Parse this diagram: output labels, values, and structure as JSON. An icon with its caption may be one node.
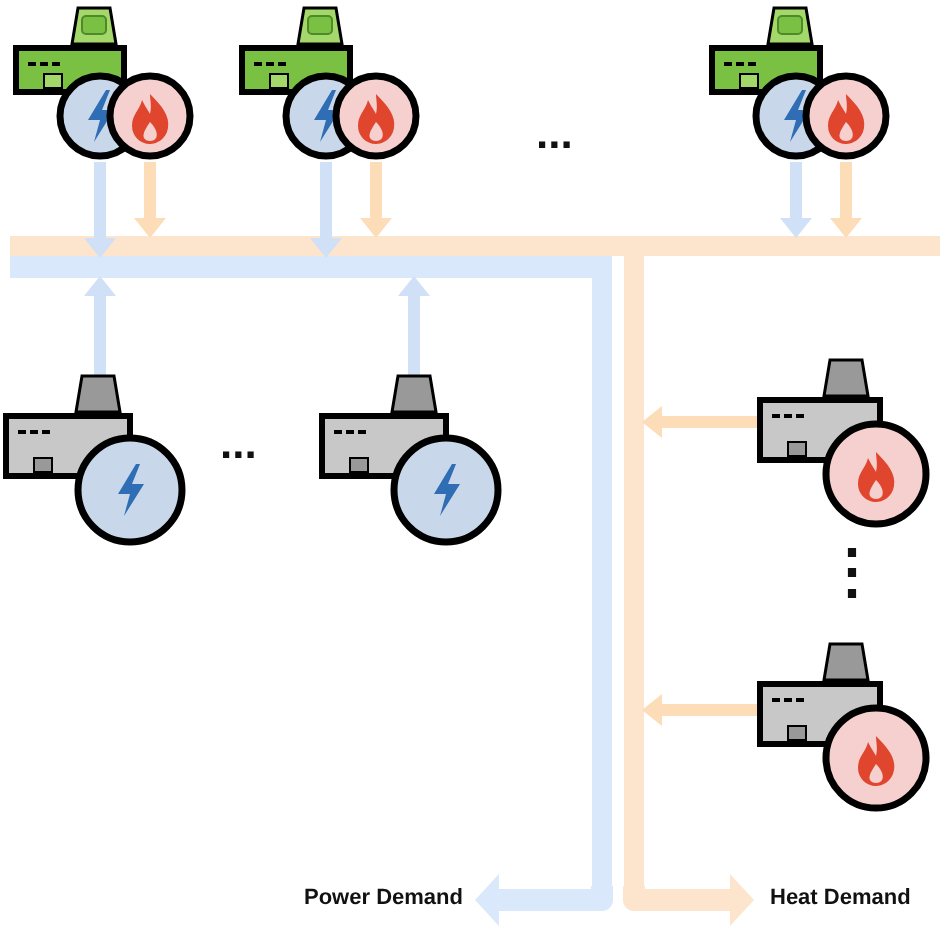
{
  "diagram": {
    "nodes": [
      {
        "text": [],
        "shape": "picture"
      },
      {
        "text": [],
        "shape": "picture"
      },
      {
        "text": [],
        "shape": "picture"
      },
      {
        "text": [],
        "shape": "bar"
      },
      {
        "text": [],
        "shape": "bar"
      },
      {
        "text": [],
        "shape": "picture"
      },
      {
        "text": [],
        "shape": "picture"
      },
      {
        "text": [],
        "shape": "picture"
      },
      {
        "text": [],
        "shape": "picture"
      },
      {
        "text": [
          "Power Demand"
        ]
      },
      {
        "text": [
          "Heat Demand"
        ]
      }
    ],
    "edges": [
      {
        "from": 0,
        "to": 4,
        "arrow": "to",
        "color": "#cfe0f7"
      },
      {
        "from": 0,
        "to": 3,
        "arrow": "to",
        "color": "#fddcb8"
      },
      {
        "from": 1,
        "to": 4,
        "arrow": "to",
        "color": "#cfe0f7"
      },
      {
        "from": 1,
        "to": 3,
        "arrow": "to",
        "color": "#fddcb8"
      },
      {
        "from": 2,
        "to": 3,
        "arrow": "to",
        "color": "#cfe0f7"
      },
      {
        "from": 2,
        "to": 3,
        "arrow": "to",
        "color": "#fddcb8"
      },
      {
        "from": 5,
        "to": 4,
        "arrow": "to",
        "color": "#cfe0f7"
      },
      {
        "from": 6,
        "to": 4,
        "arrow": "to",
        "color": "#cfe0f7"
      },
      {
        "from": 7,
        "to": 3,
        "arrow": "to",
        "color": "#fddcb8"
      },
      {
        "from": 8,
        "to": 3,
        "arrow": "to",
        "color": "#fddcb8"
      },
      {
        "from": 4,
        "to": 9,
        "arrow": "to",
        "style": "thick",
        "color": "#dae8fc"
      },
      {
        "from": 3,
        "to": 10,
        "arrow": "to",
        "style": "thick",
        "color": "#fde4cd"
      }
    ],
    "labels": [
      "...",
      "...",
      "⋮"
    ]
  }
}
